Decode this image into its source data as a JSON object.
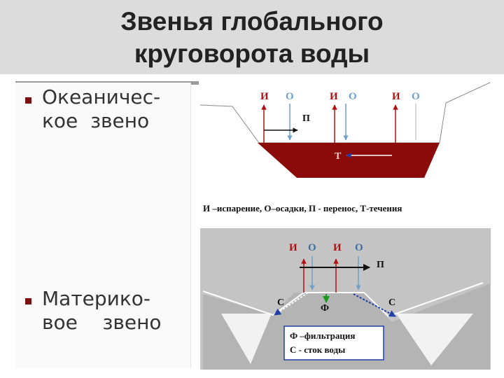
{
  "slide": {
    "title_line1": "Звенья глобального",
    "title_line2": "круговорота воды"
  },
  "bullets": [
    {
      "line1": "Океаничес-",
      "line2": "кое  звено"
    },
    {
      "line1": "Материко-",
      "line2": "вое    звено"
    }
  ],
  "ocean": {
    "labels": [
      "И",
      "О",
      "И",
      "О",
      "И",
      "О"
    ],
    "transfer": "П",
    "current": "Т",
    "caption": "И –испарение, О–осадки, П - перенос, Т-течения"
  },
  "land": {
    "labels": [
      "И",
      "О",
      "И",
      "О"
    ],
    "transfer": "П",
    "runoff_left": "С",
    "filtration": "Ф",
    "runoff_right": "С",
    "legend_line1": "Ф –фильтрация",
    "legend_line2": "С - сток воды"
  },
  "colors": {
    "evaporation": "#b01010",
    "precip": "#6fa0c8",
    "sea": "#8b0a0a",
    "runoff": "#1f3ea8",
    "filtration": "#1a9a1a",
    "panel": "#c4c4c4"
  }
}
